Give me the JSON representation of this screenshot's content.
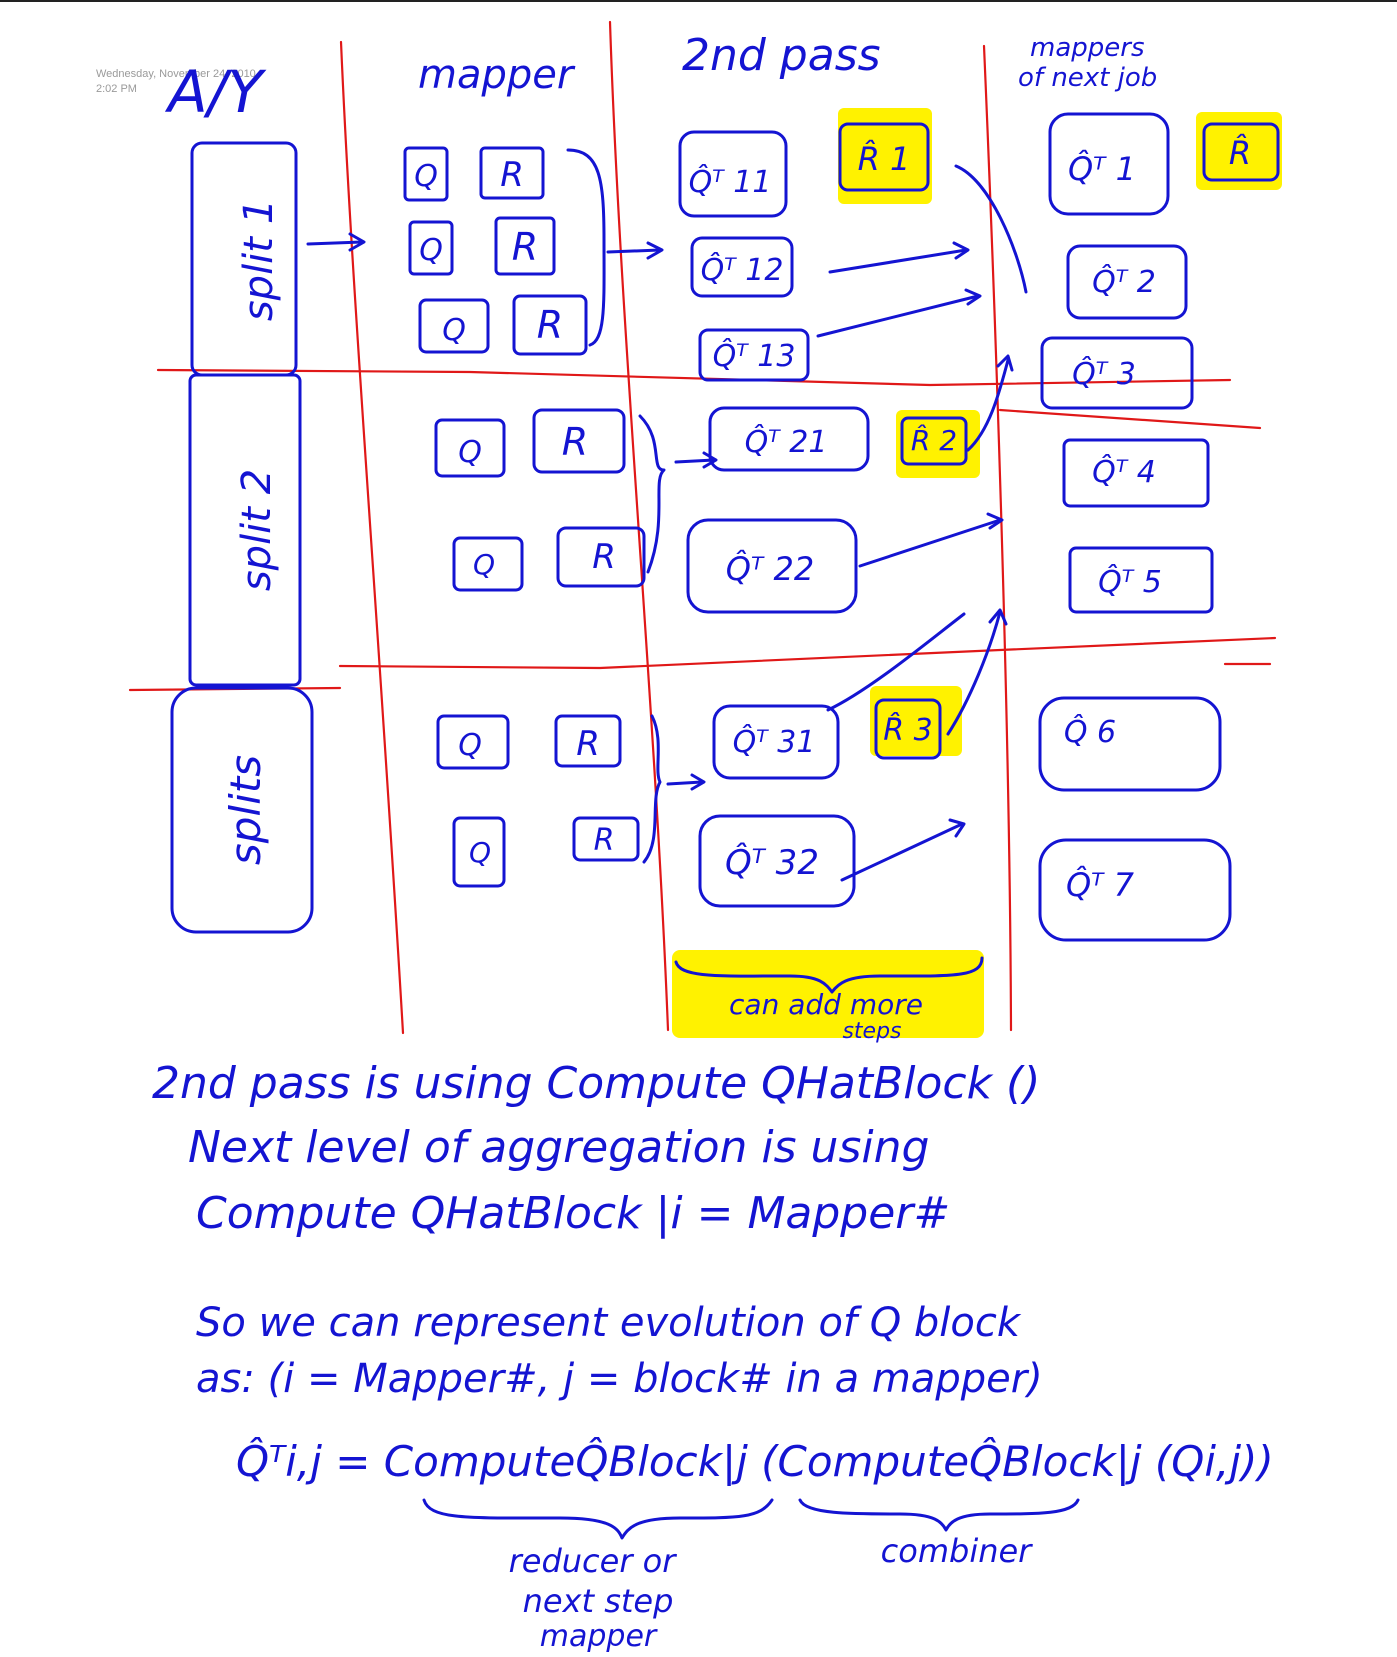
{
  "meta": {
    "date": "Wednesday, November 24, 2010",
    "time": "2:02 PM"
  },
  "header": {
    "ay": "A/Y",
    "mapper": "mapper",
    "second_pass": "2nd pass",
    "next_job_1": "mappers",
    "next_job_2": "of next job"
  },
  "splits": [
    "split 1",
    "split 2",
    "splits"
  ],
  "mapper_blocks": {
    "q": "Q",
    "r": "R"
  },
  "second_pass_blocks": {
    "q11": "Q̂ᵀ 11",
    "q12": "Q̂ᵀ 12",
    "q13": "Q̂ᵀ 13",
    "q21": "Q̂ᵀ 21",
    "q22": "Q̂ᵀ 22",
    "q31": "Q̂ᵀ 31",
    "q32": "Q̂ᵀ 32",
    "r1": "R̂ 1",
    "r2": "R̂ 2",
    "r3": "R̂ 3"
  },
  "next_job_blocks": {
    "q1": "Q̂ᵀ 1",
    "q2": "Q̂ᵀ 2",
    "q3": "Q̂ᵀ 3",
    "q4": "Q̂ᵀ 4",
    "q5": "Q̂ᵀ 5",
    "q6": "Q̂ 6",
    "q7": "Q̂ᵀ 7",
    "r": "R̂"
  },
  "can_add": {
    "line1": "can add more",
    "line2": "steps"
  },
  "notes": {
    "line1": "2nd pass is using Compute QHatBlock ()",
    "line2": "Next level of aggregation is using",
    "line3": "Compute QHatBlock |i = Mapper#",
    "line4": "So we can represent evolution of Q block",
    "line5": "as: (i = Mapper#, j = block# in a mapper)",
    "formula": "Q̂ᵀi,j = ComputeQ̂Block|j (ComputeQ̂Block|j (Qi,j))",
    "label_reducer_1": "reducer or",
    "label_reducer_2": "next step",
    "label_reducer_3": "mapper",
    "label_combiner": "combiner"
  }
}
